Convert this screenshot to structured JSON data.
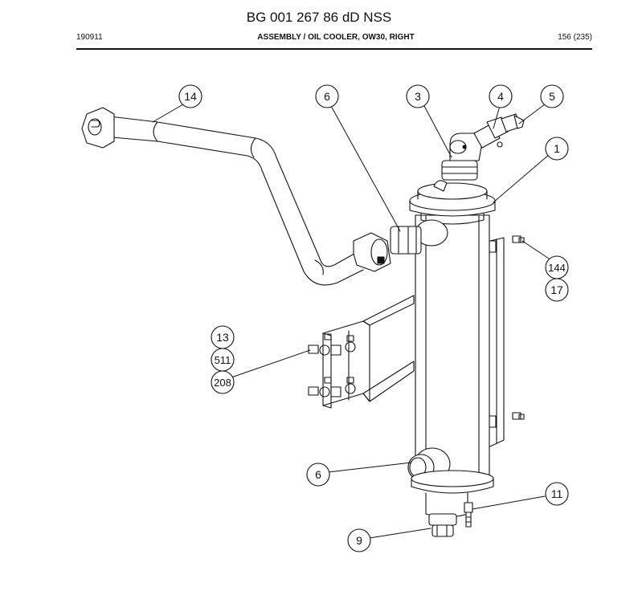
{
  "header": {
    "document_title": "BG 001 267 86 dD NSS",
    "date_code": "190911",
    "assembly_title": "ASSEMBLY / OIL COOLER, OW30, RIGHT",
    "page_number": "156 (235)"
  },
  "callouts": {
    "c1": "1",
    "c3": "3",
    "c4": "4",
    "c5": "5",
    "c6a": "6",
    "c6b": "6",
    "c9": "9",
    "c11": "11",
    "c13": "13",
    "c14": "14",
    "c17": "17",
    "c144": "144",
    "c208": "208",
    "c511": "511"
  }
}
